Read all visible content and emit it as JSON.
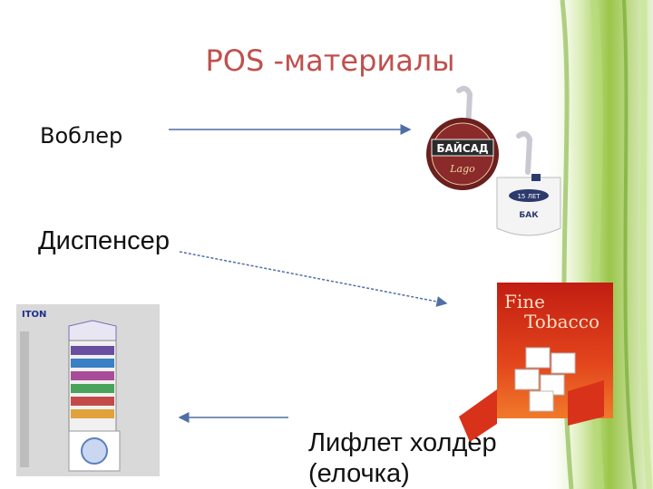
{
  "slide": {
    "title": "POS -материалы",
    "labels": {
      "vobler": "Воблер",
      "dispenser": "Диспенсер",
      "leaflet_holder_line1": "Лифлет холдер",
      "leaflet_holder_line2": "(елочка)"
    },
    "images": {
      "wobbler_brand": "БАЙСАД",
      "wobbler_sub": "Lago",
      "wobbler2_badge": "15 ЛЕТ",
      "wobbler2_brand": "БАК",
      "dispenser_brand": "ITON",
      "holder_text_1": "Fine",
      "holder_text_2": "Tobacco"
    },
    "colors": {
      "title": "#c0504d",
      "arrow": "#4f6fa5",
      "deco_green": "#9bc54a"
    }
  }
}
